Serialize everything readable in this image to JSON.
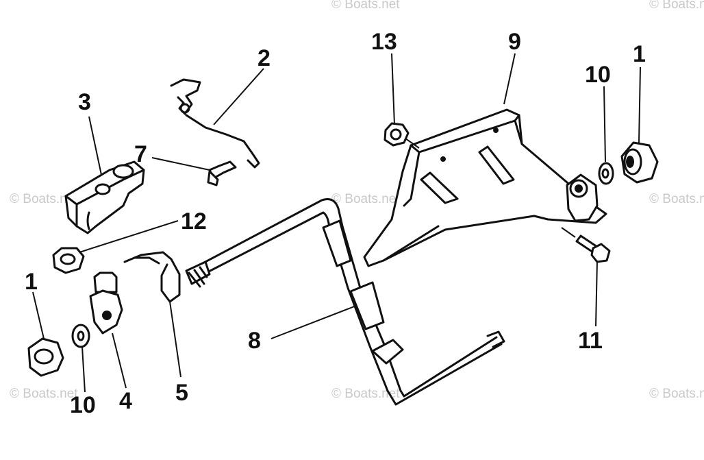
{
  "watermark": "© Boats.net",
  "callouts": {
    "c1_right": "1",
    "c2": "2",
    "c3": "3",
    "c7": "7",
    "c13": "13",
    "c9": "9",
    "c10_right": "10",
    "c12": "12",
    "c1_left": "1",
    "c11": "11",
    "c8": "8",
    "c10_left": "10",
    "c4": "4",
    "c5": "5"
  }
}
